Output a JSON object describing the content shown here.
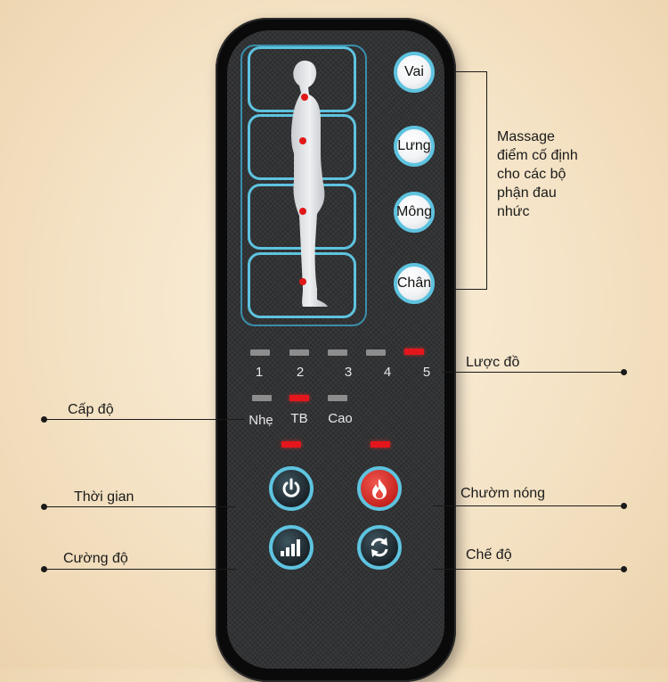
{
  "zones": {
    "vai": "Vai",
    "lung": "Lưng",
    "mong": "Mông",
    "chan": "Chân"
  },
  "annotations": {
    "fixed_point": "Massage\nđiểm cố định\ncho các bộ\nphận đau\nnhức",
    "program": "Lược đồ",
    "level": "Cấp độ",
    "timer": "Thời gian",
    "intensity": "Cường độ",
    "heat": "Chườm nóng",
    "mode": "Chế độ"
  },
  "program_leds": {
    "labels": [
      "1",
      "2",
      "3",
      "4",
      "5"
    ],
    "active_index": 4
  },
  "level_leds": {
    "labels": [
      "Nhẹ",
      "TB",
      "Cao"
    ],
    "active_index": 1
  },
  "buttons": {
    "power_icon": "power-icon",
    "heat_icon": "flame-icon",
    "intensity_icon": "signal-bars-icon",
    "mode_icon": "cycle-arrows-icon"
  },
  "colors": {
    "accent": "#5ec3df",
    "led_on": "#e5161b",
    "led_off": "#8d8d8d",
    "heat_button": "#d42a24"
  }
}
